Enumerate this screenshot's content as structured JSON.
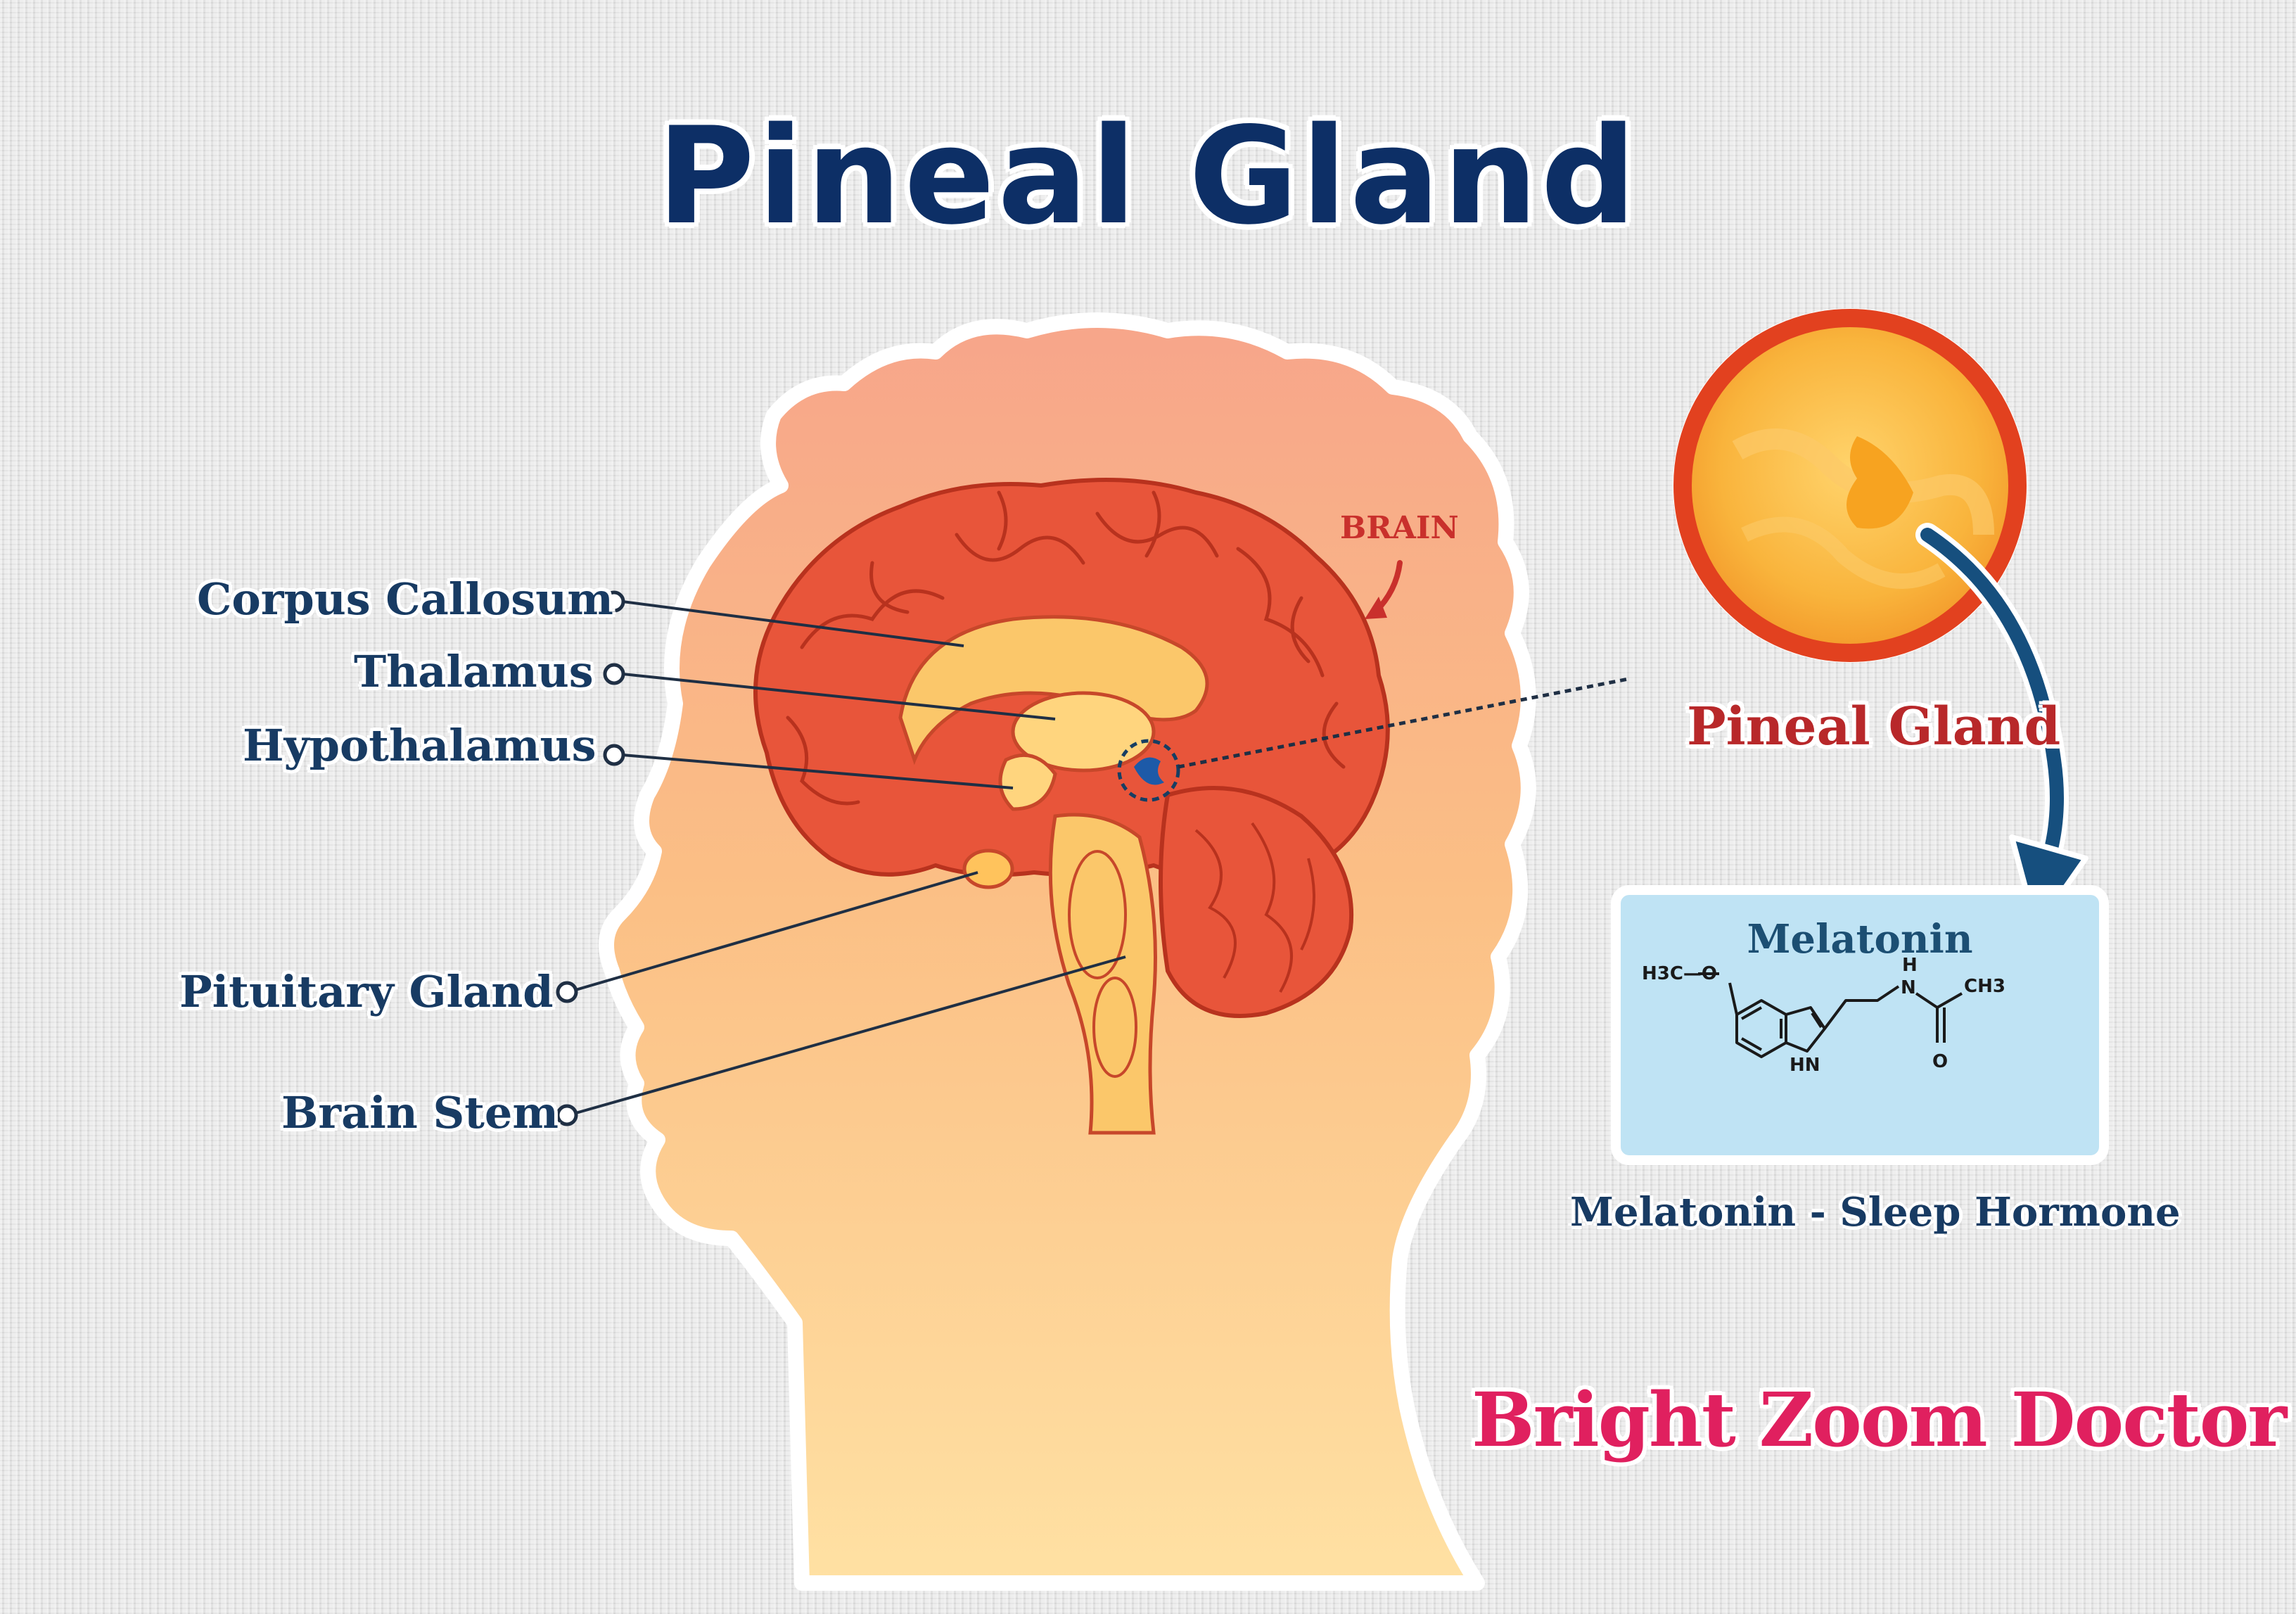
{
  "title": "Pineal Gland",
  "labels": {
    "corpus_callosum": "Corpus Callosum",
    "thalamus": "Thalamus",
    "hypothalamus": "Hypothalamus",
    "pituitary_gland": "Pituitary Gland",
    "brain_stem": "Brain Stem",
    "brain": "BRAIN"
  },
  "detail": {
    "label": "Pineal Gland"
  },
  "melatonin": {
    "box_title": "Melatonin",
    "caption": "Melatonin - Sleep Hormone",
    "formula": {
      "methoxy": "H3C—O",
      "nh": "H",
      "n": "N",
      "ch3": "CH3",
      "o": "O",
      "hn": "HN"
    }
  },
  "brand": "Bright Zoom Doctor",
  "colors": {
    "title": "#0d2f66",
    "label_text": "#183b63",
    "brain": "#e8553a",
    "head_top": "#f7a07e",
    "head_bottom": "#ffd98e",
    "gland_circle_border": "#e2411f",
    "melatonin_box": "#bfe3f4",
    "arrow": "#164f7e",
    "brand": "#e0205f"
  }
}
